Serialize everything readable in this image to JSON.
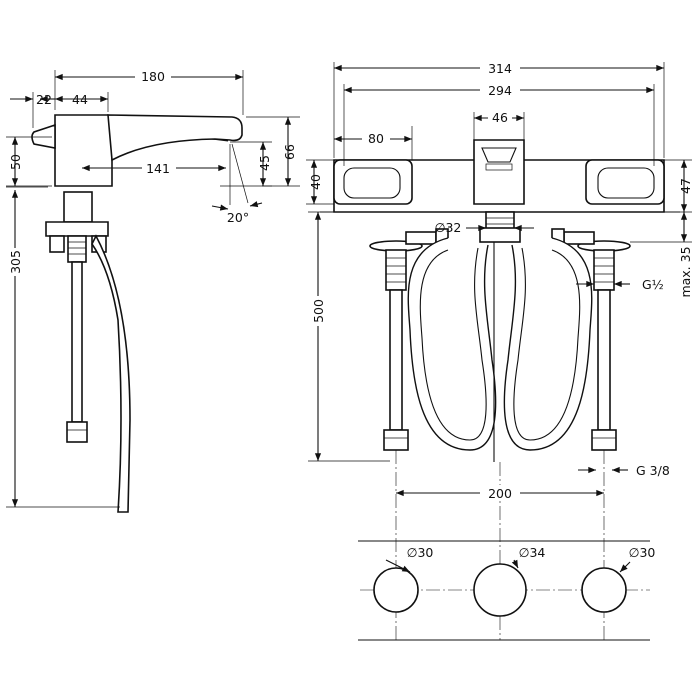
{
  "side_view": {
    "dim_total_length": "180",
    "dim_head_offset": "22",
    "dim_head_width": "44",
    "dim_body_height": "50",
    "dim_spout_reach": "141",
    "dim_spout_height": "45",
    "dim_overall_height": "66",
    "dim_spout_angle": "20°",
    "dim_hose_length": "305"
  },
  "front_view": {
    "dim_overall_width": "314",
    "dim_center_width": "294",
    "dim_handle_width": "80",
    "dim_spout_width": "46",
    "dim_handle_height": "40",
    "dim_total_height": "47",
    "dim_shank_diameter": "∅32",
    "dim_hose_length": "500",
    "dim_max_thickness": "max. 35",
    "dim_thread_upper": "G½",
    "dim_thread_lower": "G 3/8",
    "dim_hole_spacing": "200"
  },
  "hole_pattern": {
    "dim_left_hole": "∅30",
    "dim_center_hole": "∅34",
    "dim_right_hole": "∅30"
  }
}
